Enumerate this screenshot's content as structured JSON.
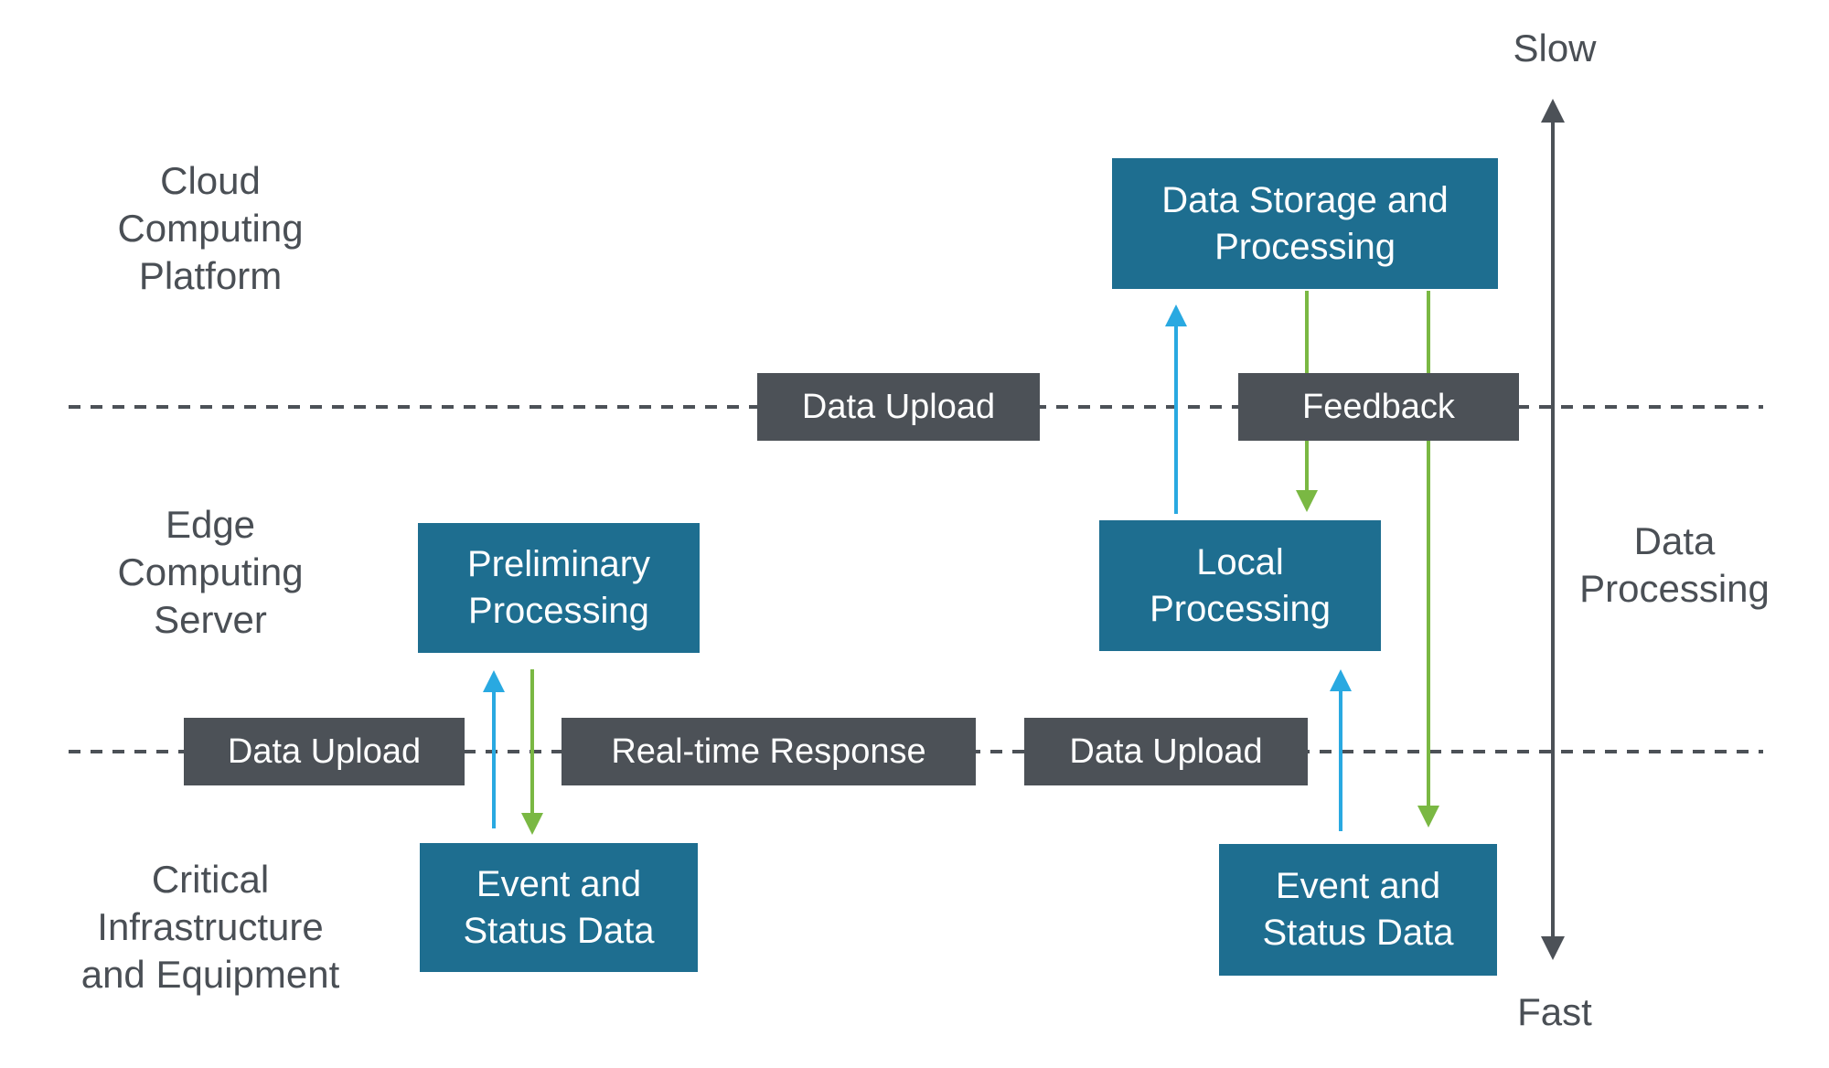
{
  "tiers": [
    {
      "label": "Cloud\nComputing\nPlatform"
    },
    {
      "label": "Edge\nComputing\nServer"
    },
    {
      "label": "Critical\nInfrastructure\nand Equipment"
    }
  ],
  "nodes": {
    "data_storage": {
      "label": "Data Storage and\nProcessing"
    },
    "preliminary": {
      "label": "Preliminary\nProcessing"
    },
    "local": {
      "label": "Local\nProcessing"
    },
    "event_left": {
      "label": "Event and\nStatus Data"
    },
    "event_right": {
      "label": "Event and\nStatus Data"
    }
  },
  "link_labels": {
    "upload_top": "Data Upload",
    "feedback": "Feedback",
    "upload_left": "Data Upload",
    "realtime": "Real-time Response",
    "upload_right": "Data Upload"
  },
  "axis": {
    "top": "Slow",
    "bottom": "Fast",
    "label": "Data\nProcessing"
  },
  "colors": {
    "node_fill": "#1e6e90",
    "label_box_fill": "#4c5157",
    "text_dark": "#4a4f55",
    "text_on_fill": "#ffffff",
    "arrow_upload": "#29a9e1",
    "arrow_feedback": "#7ab843",
    "axis_arrow": "#4c5157",
    "background": "#ffffff"
  },
  "connections": [
    {
      "from": "event_left",
      "to": "preliminary",
      "type": "data-upload",
      "color": "#29a9e1"
    },
    {
      "from": "preliminary",
      "to": "event_left",
      "type": "real-time-response",
      "color": "#7ab843"
    },
    {
      "from": "local",
      "to": "data_storage",
      "type": "data-upload",
      "color": "#29a9e1"
    },
    {
      "from": "data_storage",
      "to": "local",
      "type": "feedback",
      "color": "#7ab843"
    },
    {
      "from": "event_right",
      "to": "local",
      "type": "data-upload",
      "color": "#29a9e1"
    },
    {
      "from": "data_storage",
      "to": "event_right",
      "type": "feedback",
      "color": "#7ab843"
    }
  ]
}
